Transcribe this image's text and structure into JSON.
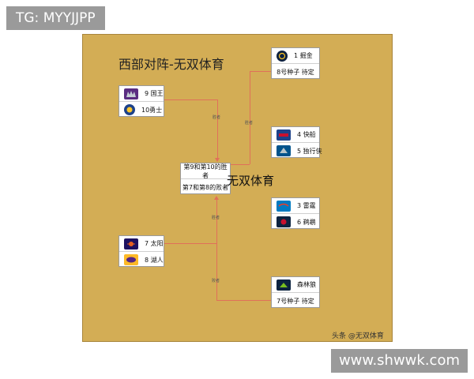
{
  "watermark_top": "TG: MYYJJPP",
  "watermark_bottom": "www.shwwk.com",
  "title": "西部对阵-无双体育",
  "center_watermark": "无双体育",
  "source_watermark": "头条 @无双体育",
  "accent_color": "#e0705a",
  "board_color": "#d3ad55",
  "matchups": {
    "kings_warriors": [
      {
        "label": "9 国王",
        "icon": "kings-logo"
      },
      {
        "label": "10勇士",
        "icon": "warriors-logo"
      }
    ],
    "suns_lakers": [
      {
        "label": "7 太阳",
        "icon": "suns-logo"
      },
      {
        "label": "8 湖人",
        "icon": "lakers-logo"
      }
    ],
    "playin_final": [
      {
        "label": "第9和第10的胜者"
      },
      {
        "label": "第7和第8的败者"
      }
    ],
    "nuggets": [
      {
        "label": "1 掘金",
        "icon": "nuggets-logo"
      },
      {
        "label": "8号种子 待定"
      }
    ],
    "clippers_mavs": [
      {
        "label": "4 快船",
        "icon": "clippers-logo"
      },
      {
        "label": "5 独行侠",
        "icon": "mavericks-logo"
      }
    ],
    "thunder_pelicans": [
      {
        "label": "3 雷霆",
        "icon": "thunder-logo"
      },
      {
        "label": "6 鹈鹕",
        "icon": "pelicans-logo"
      }
    ],
    "wolves": [
      {
        "label": "森林狼",
        "icon": "timberwolves-logo"
      },
      {
        "label": "7号种子 待定"
      }
    ]
  },
  "connector_labels": {
    "kings_warriors_out": "胜者",
    "suns_lakers_up": "胜者",
    "suns_lakers_down": "败者",
    "final_to_nuggets": "胜者"
  }
}
